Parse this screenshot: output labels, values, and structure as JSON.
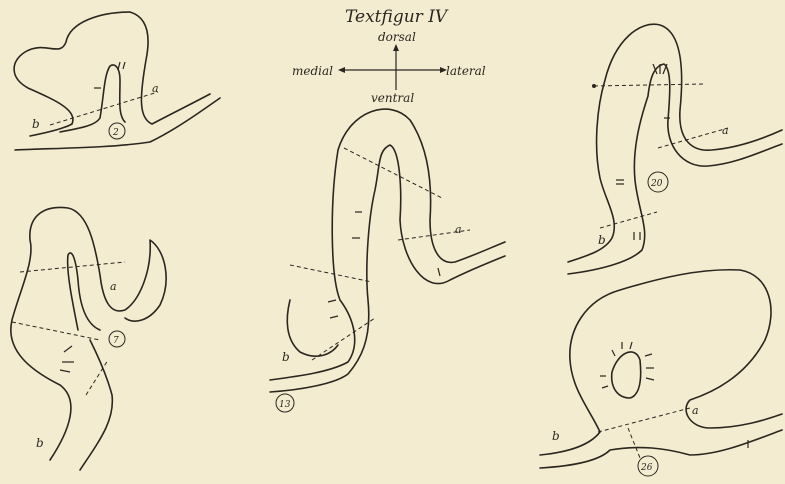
{
  "figure": {
    "title": "Textfigur IV",
    "orientation": {
      "top": "dorsal",
      "bottom": "ventral",
      "left": "medial",
      "right": "lateral"
    }
  },
  "panels": [
    {
      "id": "2",
      "label_a": "a",
      "label_b": "b"
    },
    {
      "id": "7",
      "label_a": "a",
      "label_b": "b"
    },
    {
      "id": "13",
      "label_a": "a",
      "label_b": "b"
    },
    {
      "id": "20",
      "label_a": "a",
      "label_b": "b"
    },
    {
      "id": "26",
      "label_a": "a",
      "label_b": "b"
    }
  ]
}
